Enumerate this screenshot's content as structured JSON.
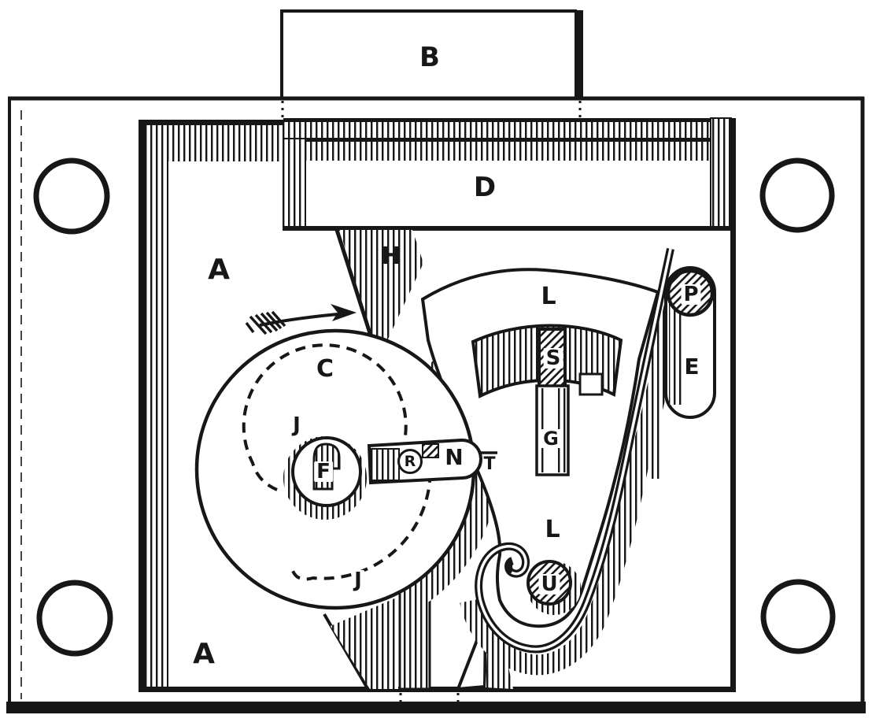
{
  "figure": {
    "kind": "engraved lock mechanism cross-section diagram",
    "ink_color": "#171717",
    "paper_color": "#ffffff",
    "direction_arrow": "feathered-arrow-right"
  },
  "labels": {
    "B": {
      "text": "B"
    },
    "D": {
      "text": "D"
    },
    "A1": {
      "text": "A"
    },
    "A2": {
      "text": "A"
    },
    "H": {
      "text": "H"
    },
    "C": {
      "text": "C"
    },
    "J1": {
      "text": "J"
    },
    "J2": {
      "text": "J"
    },
    "F": {
      "text": "F"
    },
    "R": {
      "text": "R"
    },
    "N": {
      "text": "N"
    },
    "T": {
      "text": "T"
    },
    "L1": {
      "text": "L"
    },
    "L2": {
      "text": "L"
    },
    "S": {
      "text": "S"
    },
    "G": {
      "text": "G"
    },
    "U": {
      "text": "U"
    },
    "P": {
      "text": "P"
    },
    "E": {
      "text": "E"
    }
  }
}
